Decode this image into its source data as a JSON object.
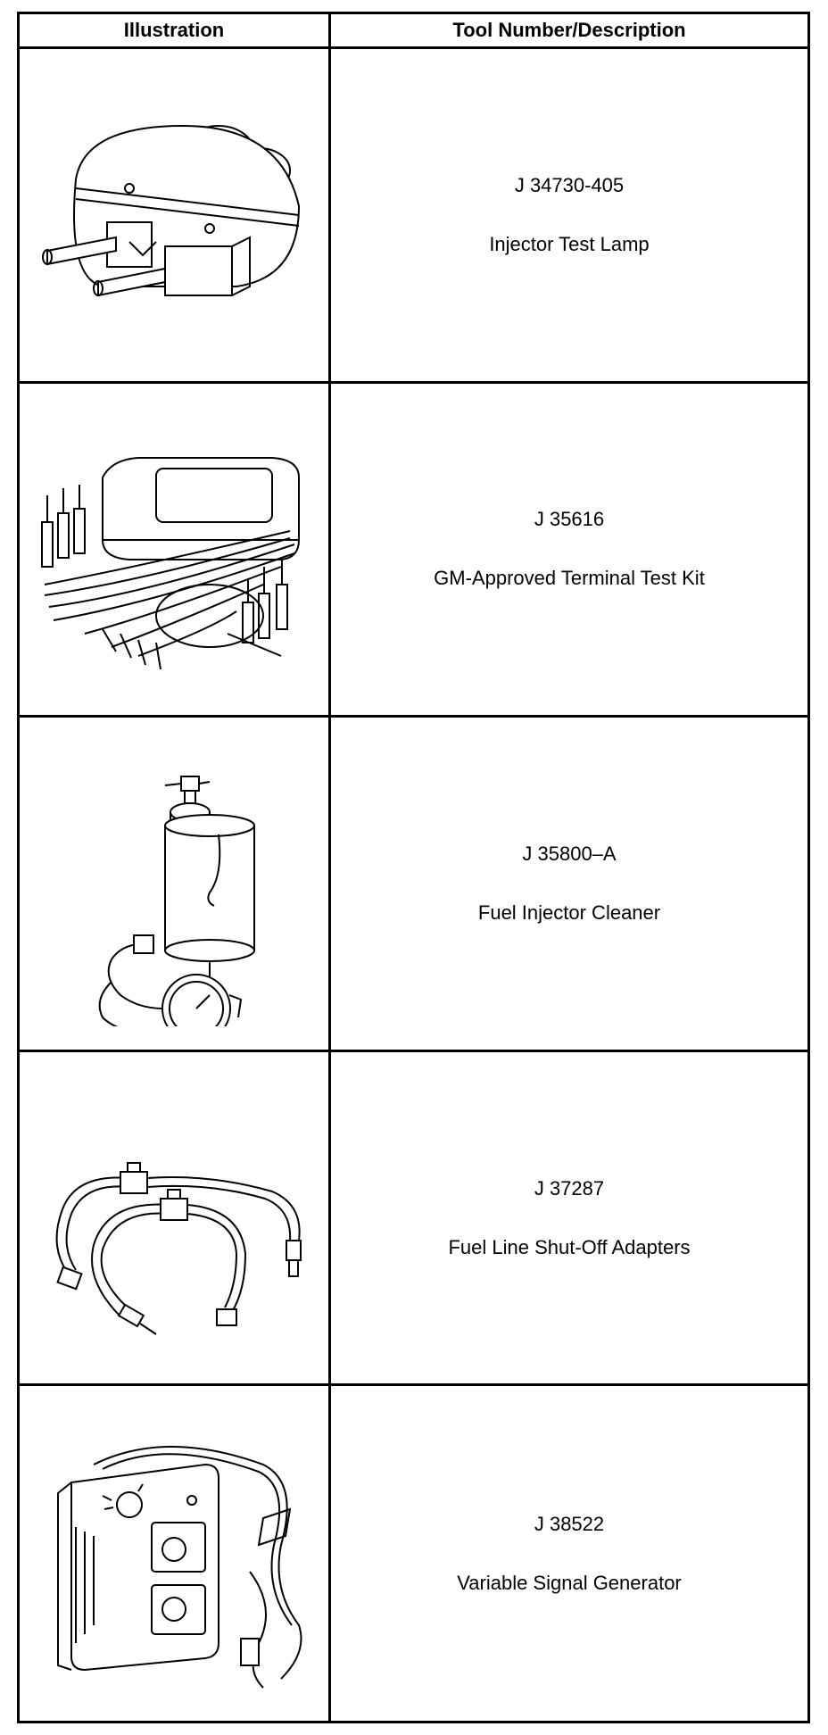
{
  "table": {
    "headers": {
      "illustration": "Illustration",
      "description": "Tool Number/Description"
    },
    "rows": [
      {
        "number": "J 34730-405",
        "description": "Injector Test Lamp",
        "icon": "injector-test-lamp-icon"
      },
      {
        "number": "J 35616",
        "description": "GM-Approved Terminal Test Kit",
        "icon": "terminal-test-kit-icon"
      },
      {
        "number": "J 35800–A",
        "description": "Fuel Injector Cleaner",
        "icon": "fuel-injector-cleaner-icon"
      },
      {
        "number": "J 37287",
        "description": "Fuel Line Shut-Off Adapters",
        "icon": "fuel-line-adapters-icon"
      },
      {
        "number": "J 38522",
        "description": "Variable Signal Generator",
        "icon": "signal-generator-icon"
      }
    ]
  }
}
